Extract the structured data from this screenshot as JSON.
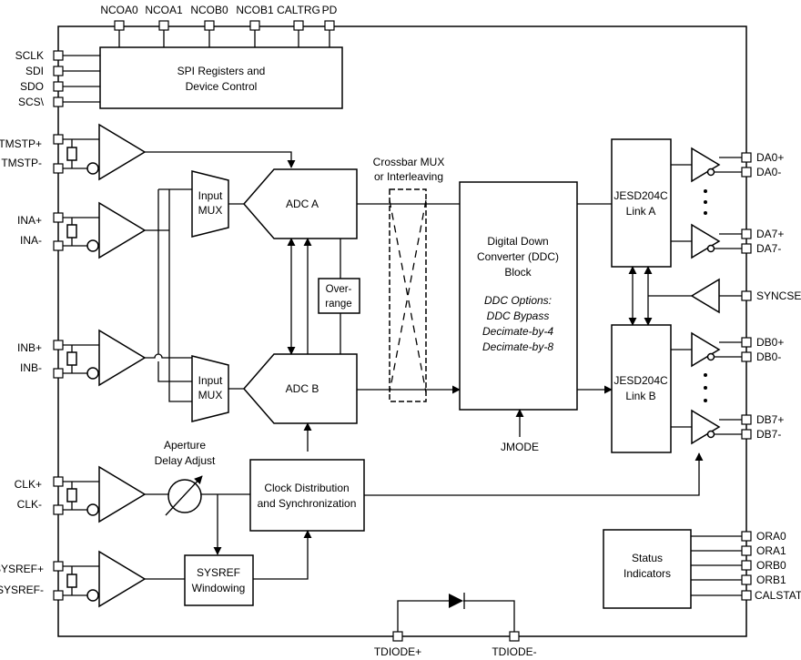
{
  "top_pins": [
    "NCOA0",
    "NCOA1",
    "NCOB0",
    "NCOB1",
    "CALTRG",
    "PD"
  ],
  "spi_pins": [
    "SCLK",
    "SDI",
    "SDO",
    "SCS\\"
  ],
  "blocks": {
    "spi": [
      "SPI Registers and",
      "Device Control"
    ],
    "input_mux": [
      "Input",
      "MUX"
    ],
    "adc_a": "ADC A",
    "adc_b": "ADC B",
    "overrange": [
      "Over-",
      "range"
    ],
    "crossbar": [
      "Crossbar MUX",
      "or Interleaving"
    ],
    "ddc": [
      "Digital Down",
      "Converter (DDC)",
      "Block"
    ],
    "ddc_options": [
      "DDC Options:",
      "DDC Bypass",
      "Decimate-by-4",
      "Decimate-by-8"
    ],
    "jmode": "JMODE",
    "link_a": [
      "JESD204C",
      "Link A"
    ],
    "link_b": [
      "JESD204C",
      "Link B"
    ],
    "aperture": [
      "Aperture",
      "Delay Adjust"
    ],
    "clock": [
      "Clock Distribution",
      "and Synchronization"
    ],
    "sysref_win": [
      "SYSREF",
      "Windowing"
    ],
    "status": [
      "Status",
      "Indicators"
    ]
  },
  "left_pins": {
    "tmstp": [
      "TMSTP+",
      "TMSTP-"
    ],
    "ina": [
      "INA+",
      "INA-"
    ],
    "inb": [
      "INB+",
      "INB-"
    ],
    "clk": [
      "CLK+",
      "CLK-"
    ],
    "sysref": [
      "SYSREF+",
      "SYSREF-"
    ]
  },
  "right_pins": {
    "da": [
      "DA0+",
      "DA0-",
      "DA7+",
      "DA7-"
    ],
    "syncse": "SYNCSE\\",
    "db": [
      "DB0+",
      "DB0-",
      "DB7+",
      "DB7-"
    ],
    "status": [
      "ORA0",
      "ORA1",
      "ORB0",
      "ORB1",
      "CALSTAT"
    ]
  },
  "bottom_pins": [
    "TDIODE+",
    "TDIODE-"
  ]
}
